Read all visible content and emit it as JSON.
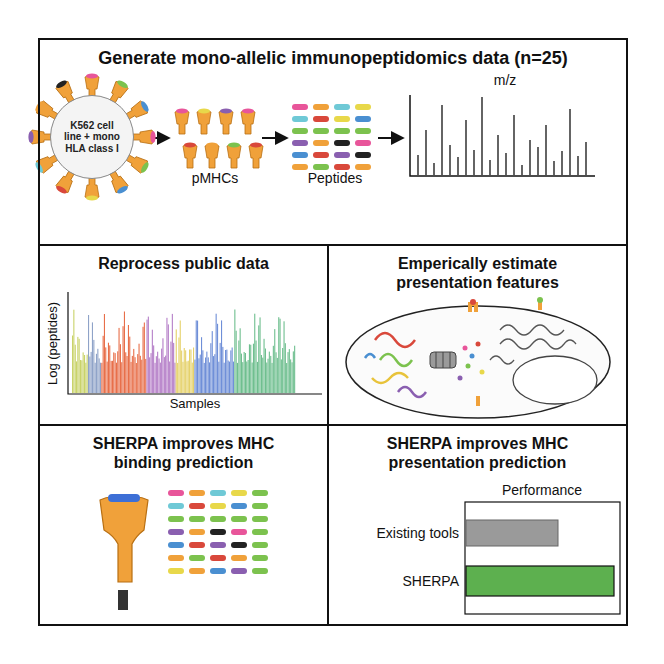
{
  "diagram": {
    "nodes": [
      {
        "text": [
          "Generate mono-allelic immunopeptidomics data (n=25)"
        ]
      },
      {
        "text": [
          "K562 cell line + mono HLA class I"
        ],
        "in": 0
      },
      {
        "text": [
          "Reprocess public data"
        ]
      },
      {
        "text": [
          "Emperically estimate presentation features"
        ]
      },
      {
        "text": [
          "SHERPA improves MHC binding prediction"
        ]
      },
      {
        "text": [
          "SHERPA improves MHC presentation prediction"
        ]
      }
    ],
    "labels": [
      "pMHCs",
      "Peptides",
      "m/z",
      "Log (peptides)",
      "Samples",
      "Performance",
      "Existing tools",
      "SHERPA"
    ]
  }
}
